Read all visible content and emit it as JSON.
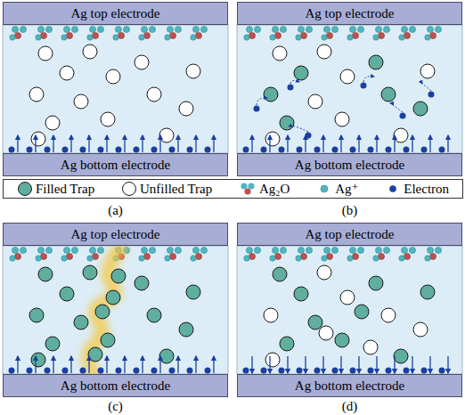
{
  "diagram": {
    "nodes": [
      {
        "text": [
          "Ag top electrode"
        ]
      },
      {
        "text": [
          "Ag bottom electrode"
        ]
      },
      {
        "text": [
          "Ag top electrode"
        ]
      },
      {
        "text": [
          "Ag bottom electrode"
        ]
      },
      {
        "text": [
          "Ag top electrode"
        ]
      },
      {
        "text": [
          "Ag bottom electrode"
        ]
      },
      {
        "text": [
          "Ag top electrode"
        ]
      },
      {
        "text": [
          "Ag bottom electrode"
        ]
      }
    ],
    "labels": [
      "(a)",
      "(b)",
      "(c)",
      "(d)"
    ],
    "legend": [
      {
        "text": "Filled Trap"
      },
      {
        "text": "Unfilled Trap"
      },
      {
        "text": "Ag₂O"
      },
      {
        "text": "Ag⁺"
      },
      {
        "text": "Electron"
      }
    ]
  }
}
